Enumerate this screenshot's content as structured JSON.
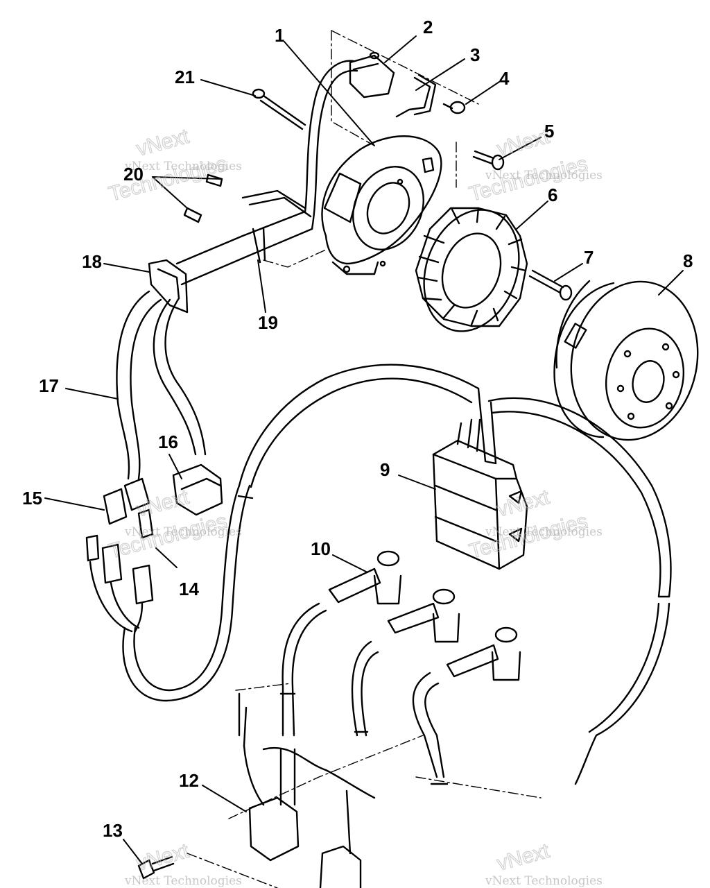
{
  "callouts": {
    "c1": "1",
    "c2": "2",
    "c3": "3",
    "c4": "4",
    "c5": "5",
    "c6": "6",
    "c7": "7",
    "c8": "8",
    "c9": "9",
    "c10": "10",
    "c12": "12",
    "c13": "13",
    "c14": "14",
    "c15": "15",
    "c16": "16",
    "c17": "17",
    "c18": "18",
    "c19": "19",
    "c20": "20",
    "c21": "21"
  },
  "watermark": {
    "line1": "vNext Technologies",
    "line2": "vNext",
    "line3": "Technologies"
  },
  "colors": {
    "line": "#000000",
    "background": "#ffffff",
    "watermark": "#9a9a9a"
  }
}
